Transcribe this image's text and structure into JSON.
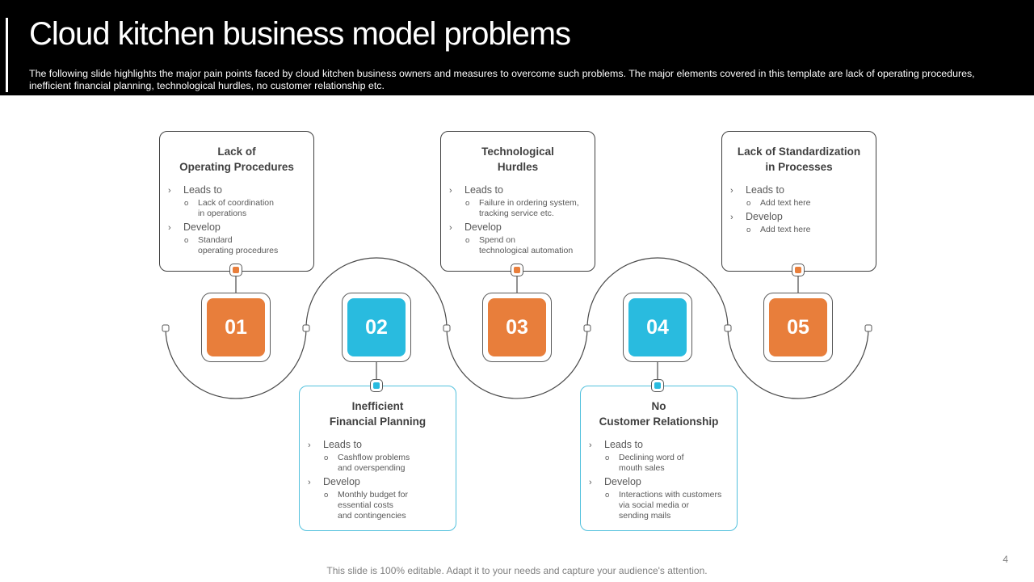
{
  "slide": {
    "title": "Cloud kitchen business model problems",
    "subtitle": "The following slide highlights the major pain points faced by cloud kitchen business owners and measures to overcome such problems. The major elements covered in this template are lack of operating procedures, inefficient financial planning, technological hurdles, no customer relationship etc.",
    "footer": "This slide is 100% editable. Adapt it to your needs and capture your audience's attention.",
    "page_number": "4"
  },
  "colors": {
    "orange": "#E87E3B",
    "cyan": "#29BBDF",
    "border_dark": "#404040",
    "border_cyan": "#53C1DD"
  },
  "markers": {
    "level1": "›",
    "level2": "o"
  },
  "cards": [
    {
      "number": "01",
      "position": "top",
      "accent": "orange",
      "title": "Lack of\nOperating Procedures",
      "leads_to_label": "Leads to",
      "leads_to_detail": "Lack of coordination\nin operations",
      "develop_label": "Develop",
      "develop_detail": "Standard\noperating procedures"
    },
    {
      "number": "02",
      "position": "bottom",
      "accent": "cyan",
      "title": "Inefficient\nFinancial Planning",
      "leads_to_label": "Leads to",
      "leads_to_detail": "Cashflow problems\nand overspending",
      "develop_label": "Develop",
      "develop_detail": "Monthly budget for\nessential costs\nand contingencies"
    },
    {
      "number": "03",
      "position": "top",
      "accent": "orange",
      "title": "Technological\nHurdles",
      "leads_to_label": "Leads to",
      "leads_to_detail": "Failure in ordering system,\ntracking service etc.",
      "develop_label": "Develop",
      "develop_detail": "Spend on\ntechnological automation"
    },
    {
      "number": "04",
      "position": "bottom",
      "accent": "cyan",
      "title": "No\nCustomer Relationship",
      "leads_to_label": "Leads to",
      "leads_to_detail": "Declining word of\nmouth sales",
      "develop_label": "Develop",
      "develop_detail": "Interactions with customers\nvia social media or\nsending mails"
    },
    {
      "number": "05",
      "position": "top",
      "accent": "orange",
      "title": "Lack of Standardization\nin Processes",
      "leads_to_label": "Leads to",
      "leads_to_detail": "Add text here",
      "develop_label": "Develop",
      "develop_detail": "Add text here"
    }
  ]
}
